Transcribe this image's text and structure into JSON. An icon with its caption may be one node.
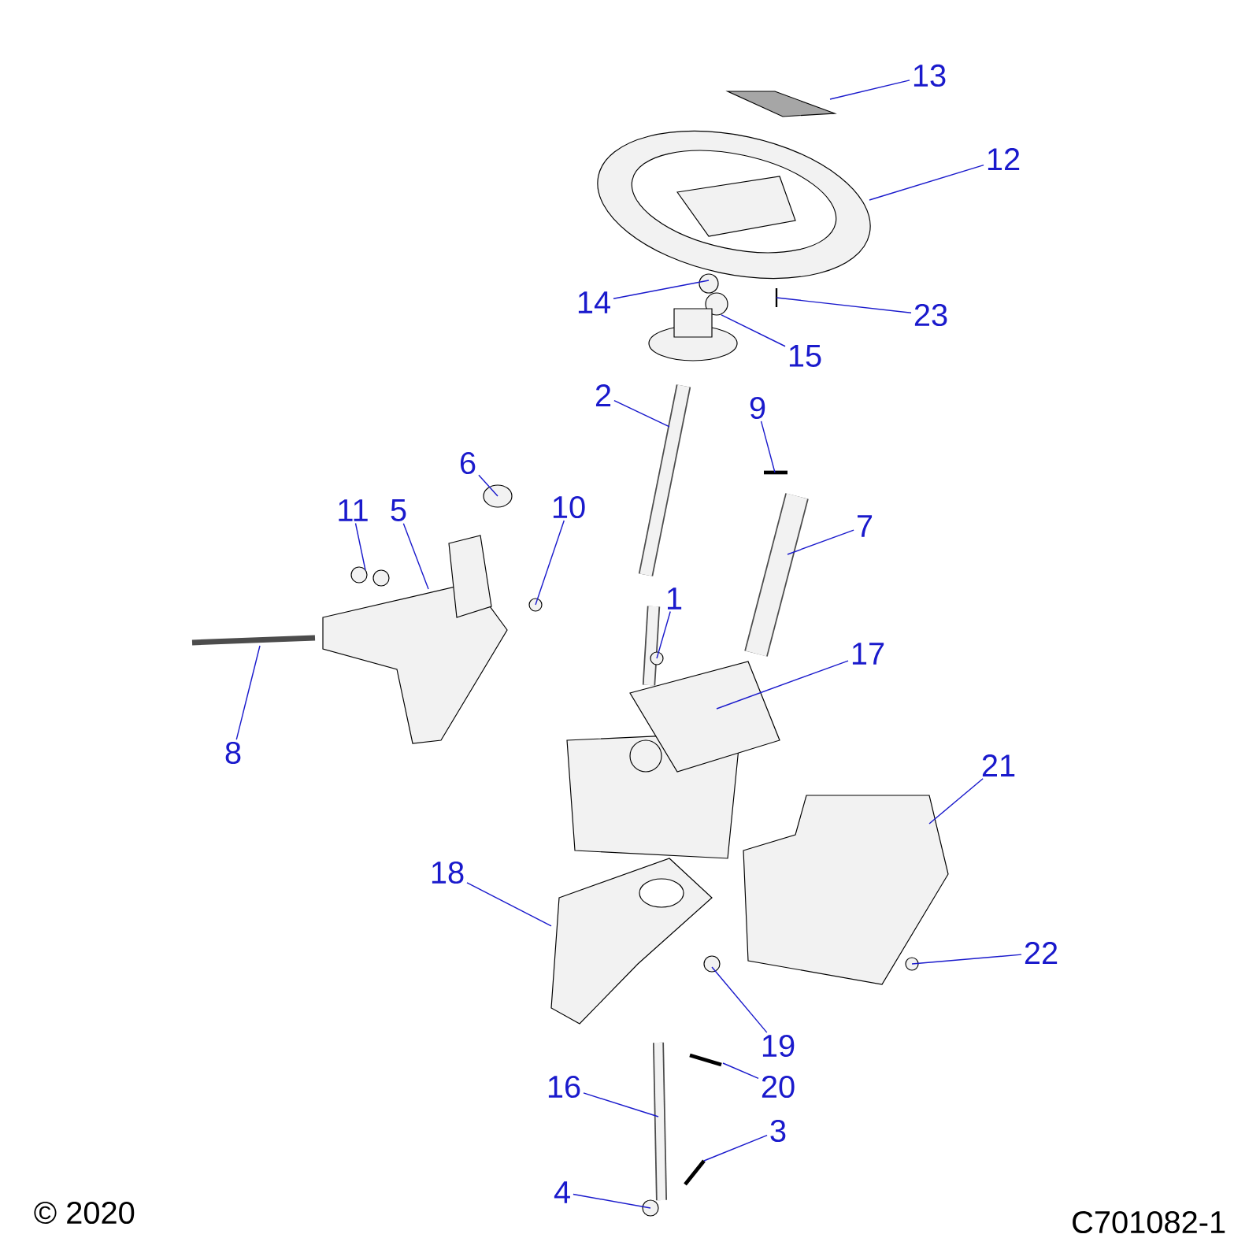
{
  "diagram": {
    "nodes": [
      {
        "text": [
          "13"
        ]
      },
      {
        "text": [
          "12"
        ]
      },
      {
        "text": [
          "14"
        ]
      },
      {
        "text": [
          "23"
        ]
      },
      {
        "text": [
          "15"
        ]
      },
      {
        "text": [
          "2"
        ]
      },
      {
        "text": [
          "9"
        ]
      },
      {
        "text": [
          "6"
        ]
      },
      {
        "text": [
          "11"
        ]
      },
      {
        "text": [
          "5"
        ]
      },
      {
        "text": [
          "10"
        ]
      },
      {
        "text": [
          "7"
        ]
      },
      {
        "text": [
          "1"
        ]
      },
      {
        "text": [
          "17"
        ]
      },
      {
        "text": [
          "8"
        ]
      },
      {
        "text": [
          "21"
        ]
      },
      {
        "text": [
          "18"
        ]
      },
      {
        "text": [
          "22"
        ]
      },
      {
        "text": [
          "19"
        ]
      },
      {
        "text": [
          "20"
        ]
      },
      {
        "text": [
          "16"
        ]
      },
      {
        "text": [
          "3"
        ]
      },
      {
        "text": [
          "4"
        ]
      }
    ],
    "edges": [
      {
        "from": 0,
        "to": null,
        "arrow": "none"
      },
      {
        "from": 1,
        "to": null,
        "arrow": "none"
      },
      {
        "from": 2,
        "to": null,
        "arrow": "none"
      },
      {
        "from": 3,
        "to": null,
        "arrow": "none"
      },
      {
        "from": 4,
        "to": null,
        "arrow": "none"
      },
      {
        "from": 5,
        "to": null,
        "arrow": "none"
      },
      {
        "from": 6,
        "to": null,
        "arrow": "none"
      },
      {
        "from": 7,
        "to": null,
        "arrow": "none"
      },
      {
        "from": 8,
        "to": null,
        "arrow": "none"
      },
      {
        "from": 9,
        "to": null,
        "arrow": "none"
      },
      {
        "from": 10,
        "to": null,
        "arrow": "none"
      },
      {
        "from": 11,
        "to": null,
        "arrow": "none"
      },
      {
        "from": 12,
        "to": null,
        "arrow": "none"
      },
      {
        "from": 13,
        "to": null,
        "arrow": "none"
      },
      {
        "from": 14,
        "to": null,
        "arrow": "none"
      },
      {
        "from": 15,
        "to": null,
        "arrow": "none"
      },
      {
        "from": 16,
        "to": null,
        "arrow": "none"
      },
      {
        "from": 17,
        "to": null,
        "arrow": "none"
      },
      {
        "from": 18,
        "to": null,
        "arrow": "none"
      },
      {
        "from": 19,
        "to": null,
        "arrow": "none"
      },
      {
        "from": 20,
        "to": null,
        "arrow": "none"
      },
      {
        "from": 21,
        "to": null,
        "arrow": "none"
      },
      {
        "from": 22,
        "to": null,
        "arrow": "none"
      }
    ],
    "labels": [
      "© 2020",
      "C701082-1"
    ]
  }
}
